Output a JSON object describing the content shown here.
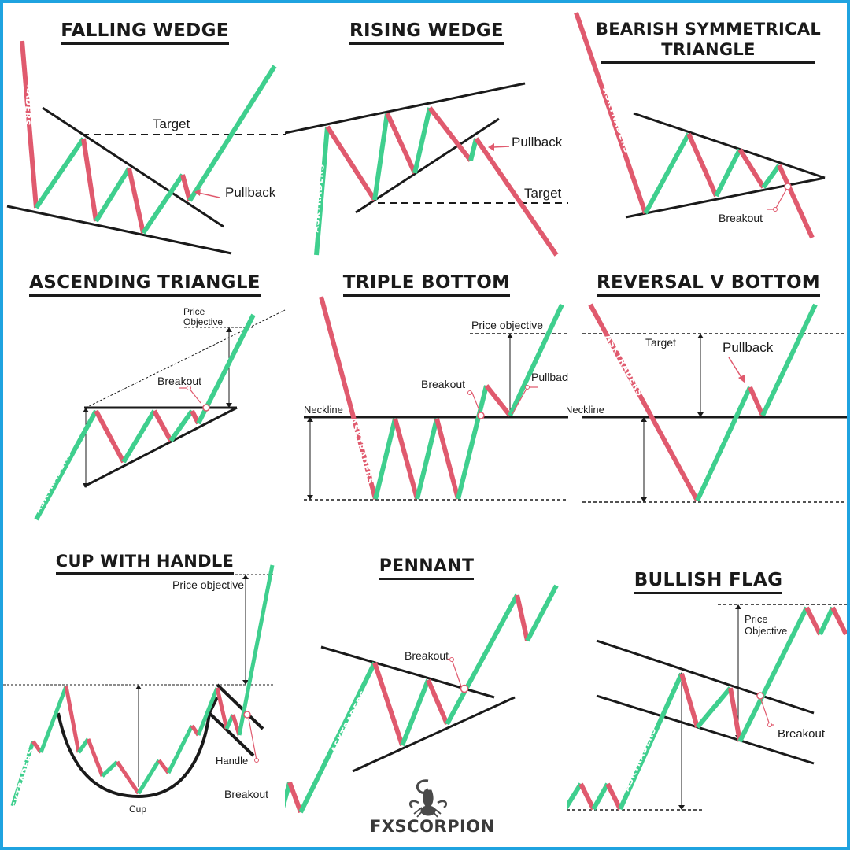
{
  "colors": {
    "up": "#3fcf8e",
    "down": "#e05a6e",
    "line": "#1a1a1a",
    "frame": "#1fa3e0"
  },
  "brand_mark": "ASKTRADERS",
  "panels": {
    "falling_wedge": {
      "title": "FALLING WEDGE",
      "target": "Target",
      "pullback": "Pullback"
    },
    "rising_wedge": {
      "title": "RISING WEDGE",
      "pullback": "Pullback",
      "target": "Target"
    },
    "bearish_symmetrical_triangle": {
      "title_line1": "BEARISH SYMMETRICAL",
      "title_line2": "TRIANGLE",
      "breakout": "Breakout"
    },
    "ascending_triangle": {
      "title": "ASCENDING TRIANGLE",
      "price": "Price",
      "objective": "Objective",
      "breakout": "Breakout"
    },
    "triple_bottom": {
      "title": "TRIPLE BOTTOM",
      "price_objective": "Price objective",
      "breakout": "Breakout",
      "pullback": "Pullback",
      "neckline": "Neckline"
    },
    "reversal_v_bottom": {
      "title": "REVERSAL V BOTTOM",
      "target": "Target",
      "pullback": "Pullback",
      "neckline": "Neckline"
    },
    "cup_with_handle": {
      "title": "CUP WITH HANDLE",
      "price_objective": "Price objective",
      "handle": "Handle",
      "breakout": "Breakout",
      "cup": "Cup"
    },
    "pennant": {
      "title": "PENNANT",
      "breakout": "Breakout"
    },
    "bullish_flag": {
      "title": "BULLISH FLAG",
      "price": "Price",
      "objective": "Objective",
      "breakout": "Breakout"
    }
  },
  "logo": {
    "name": "FXSCORPION",
    "icon": "scorpion-icon"
  }
}
